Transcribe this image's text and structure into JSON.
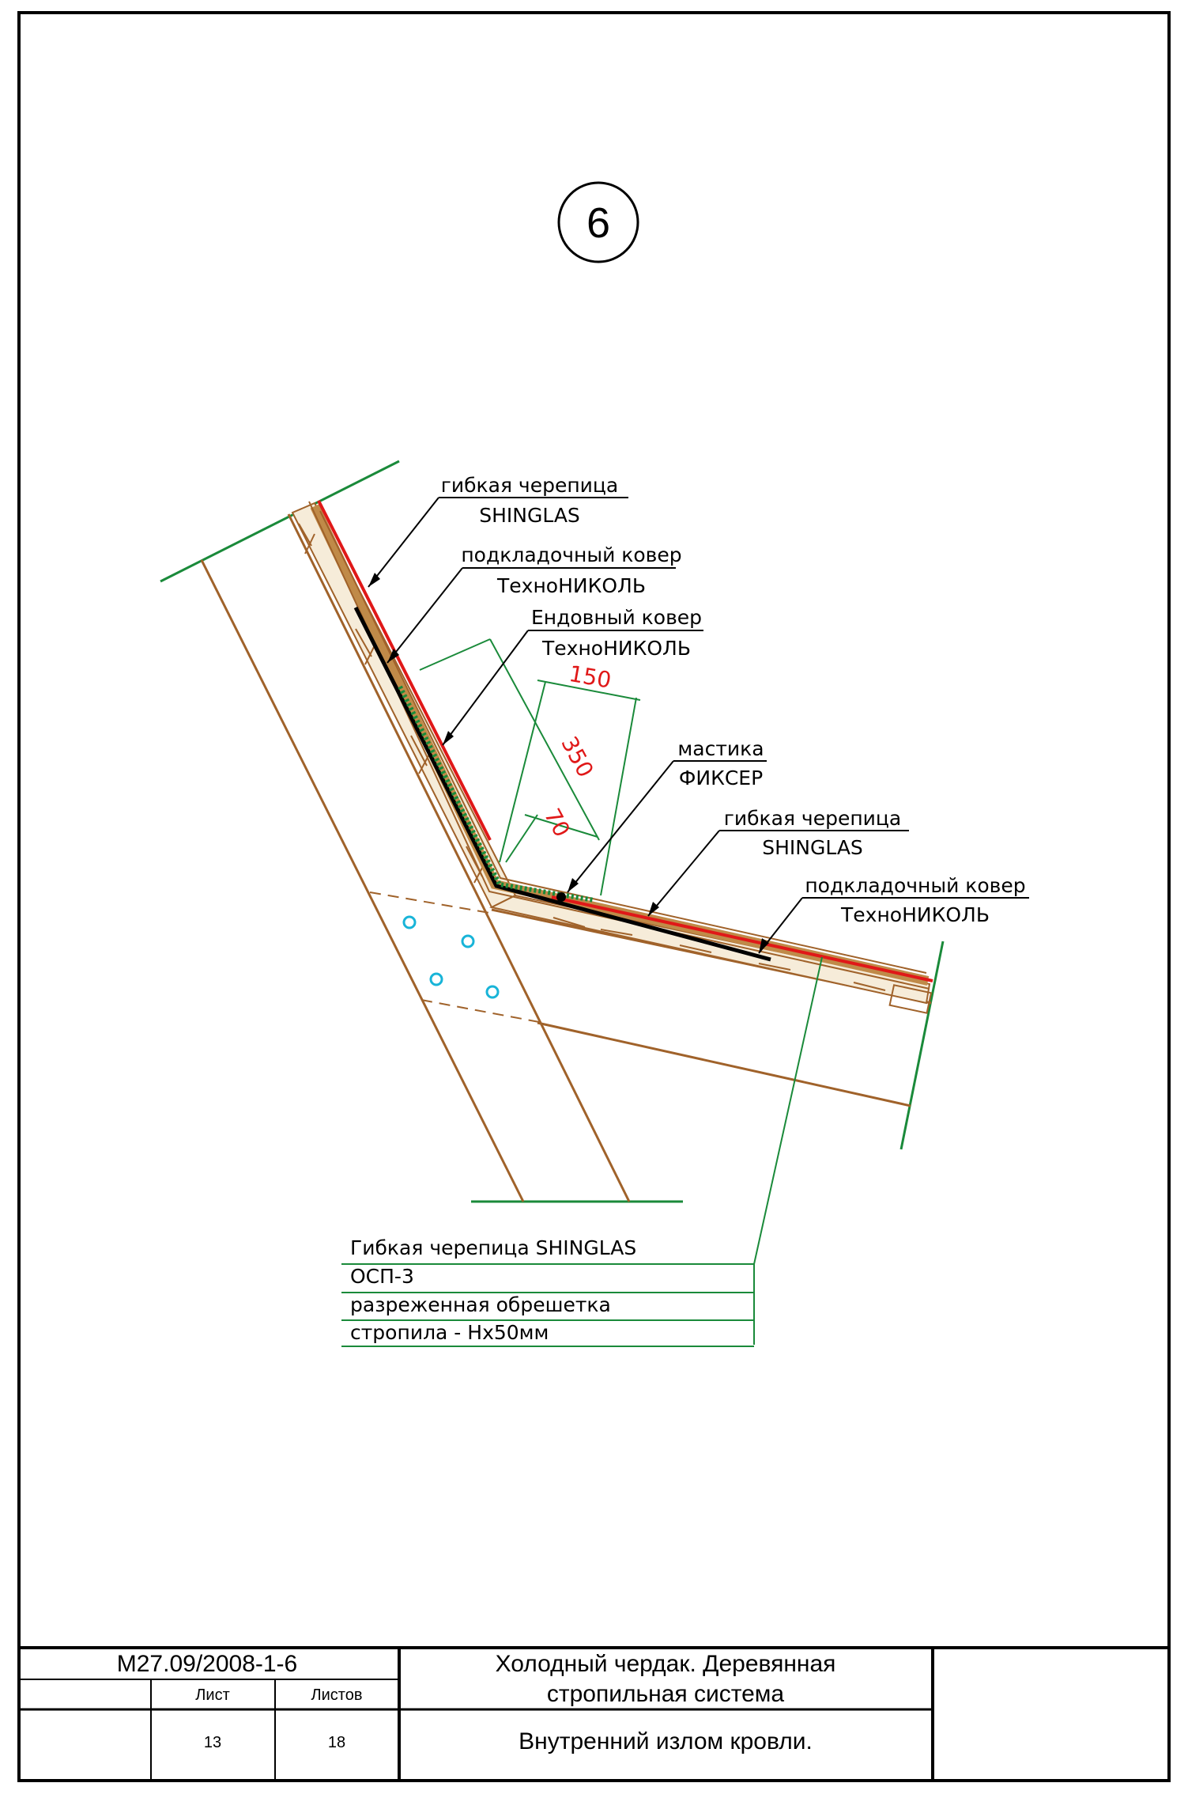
{
  "detail": {
    "number": "6"
  },
  "callouts": {
    "shingles_top": {
      "line1": "гибкая черепица",
      "line2": "SHINGLAS"
    },
    "underlay_top": {
      "line1": "подкладочный ковер",
      "line2": "ТехноНИКОЛЬ"
    },
    "valley_carpet": {
      "line1": "Ендовный ковер",
      "line2": "ТехноНИКОЛЬ"
    },
    "mastic": {
      "line1": "мастика",
      "line2": "ФИКСЕР"
    },
    "shingles_right": {
      "line1": "гибкая черепица",
      "line2": "SHINGLAS"
    },
    "underlay_right": {
      "line1": "подкладочный ковер",
      "line2": "ТехноНИКОЛЬ"
    }
  },
  "dimensions": {
    "d150": "150",
    "d350": "350",
    "d70": "70"
  },
  "layers": [
    "Гибкая черепица SHINGLAS",
    "ОСП-3",
    "разреженная обрешетка",
    "стропила - Нх50мм"
  ],
  "title_block": {
    "doc_code": "М27.09/2008-1-6",
    "sheet_label": "Лист",
    "sheets_label": "Листов",
    "sheet": "13",
    "sheets": "18",
    "title_line1": "Холодный чердак. Деревянная",
    "title_line2": "стропильная система",
    "subtitle": "Внутренний излом кровли."
  },
  "colors": {
    "wood": "#a0622a",
    "wood_fill": "#c08a48",
    "red": "#e01818",
    "green": "#1a8a3a",
    "cyan": "#18b4d8",
    "black": "#000000"
  }
}
